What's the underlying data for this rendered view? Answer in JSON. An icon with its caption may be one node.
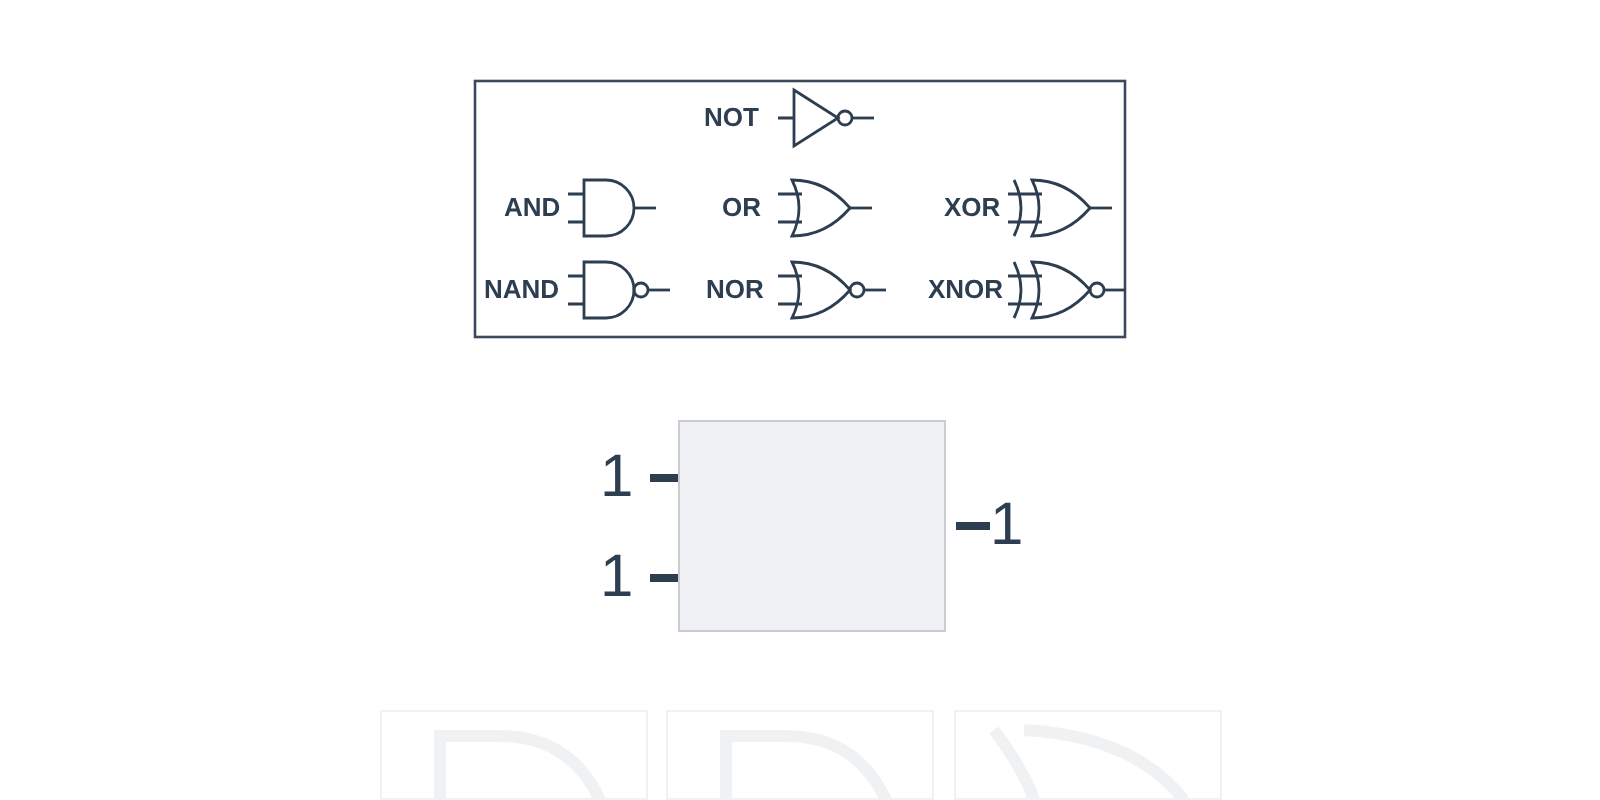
{
  "diagram": {
    "nodes": [
      {
        "text": [],
        "shape": "box"
      },
      {
        "text": [
          "1"
        ]
      },
      {
        "text": [
          "1"
        ]
      },
      {
        "text": [
          "1"
        ]
      }
    ],
    "edges": [
      {
        "from": 1,
        "to": 0,
        "arrow": "none"
      },
      {
        "from": 2,
        "to": 0,
        "arrow": "none"
      },
      {
        "from": 0,
        "to": 3,
        "arrow": "none"
      }
    ],
    "labels": [
      "NOT",
      "AND",
      "OR",
      "XOR",
      "NAND",
      "NOR",
      "XNOR"
    ]
  }
}
